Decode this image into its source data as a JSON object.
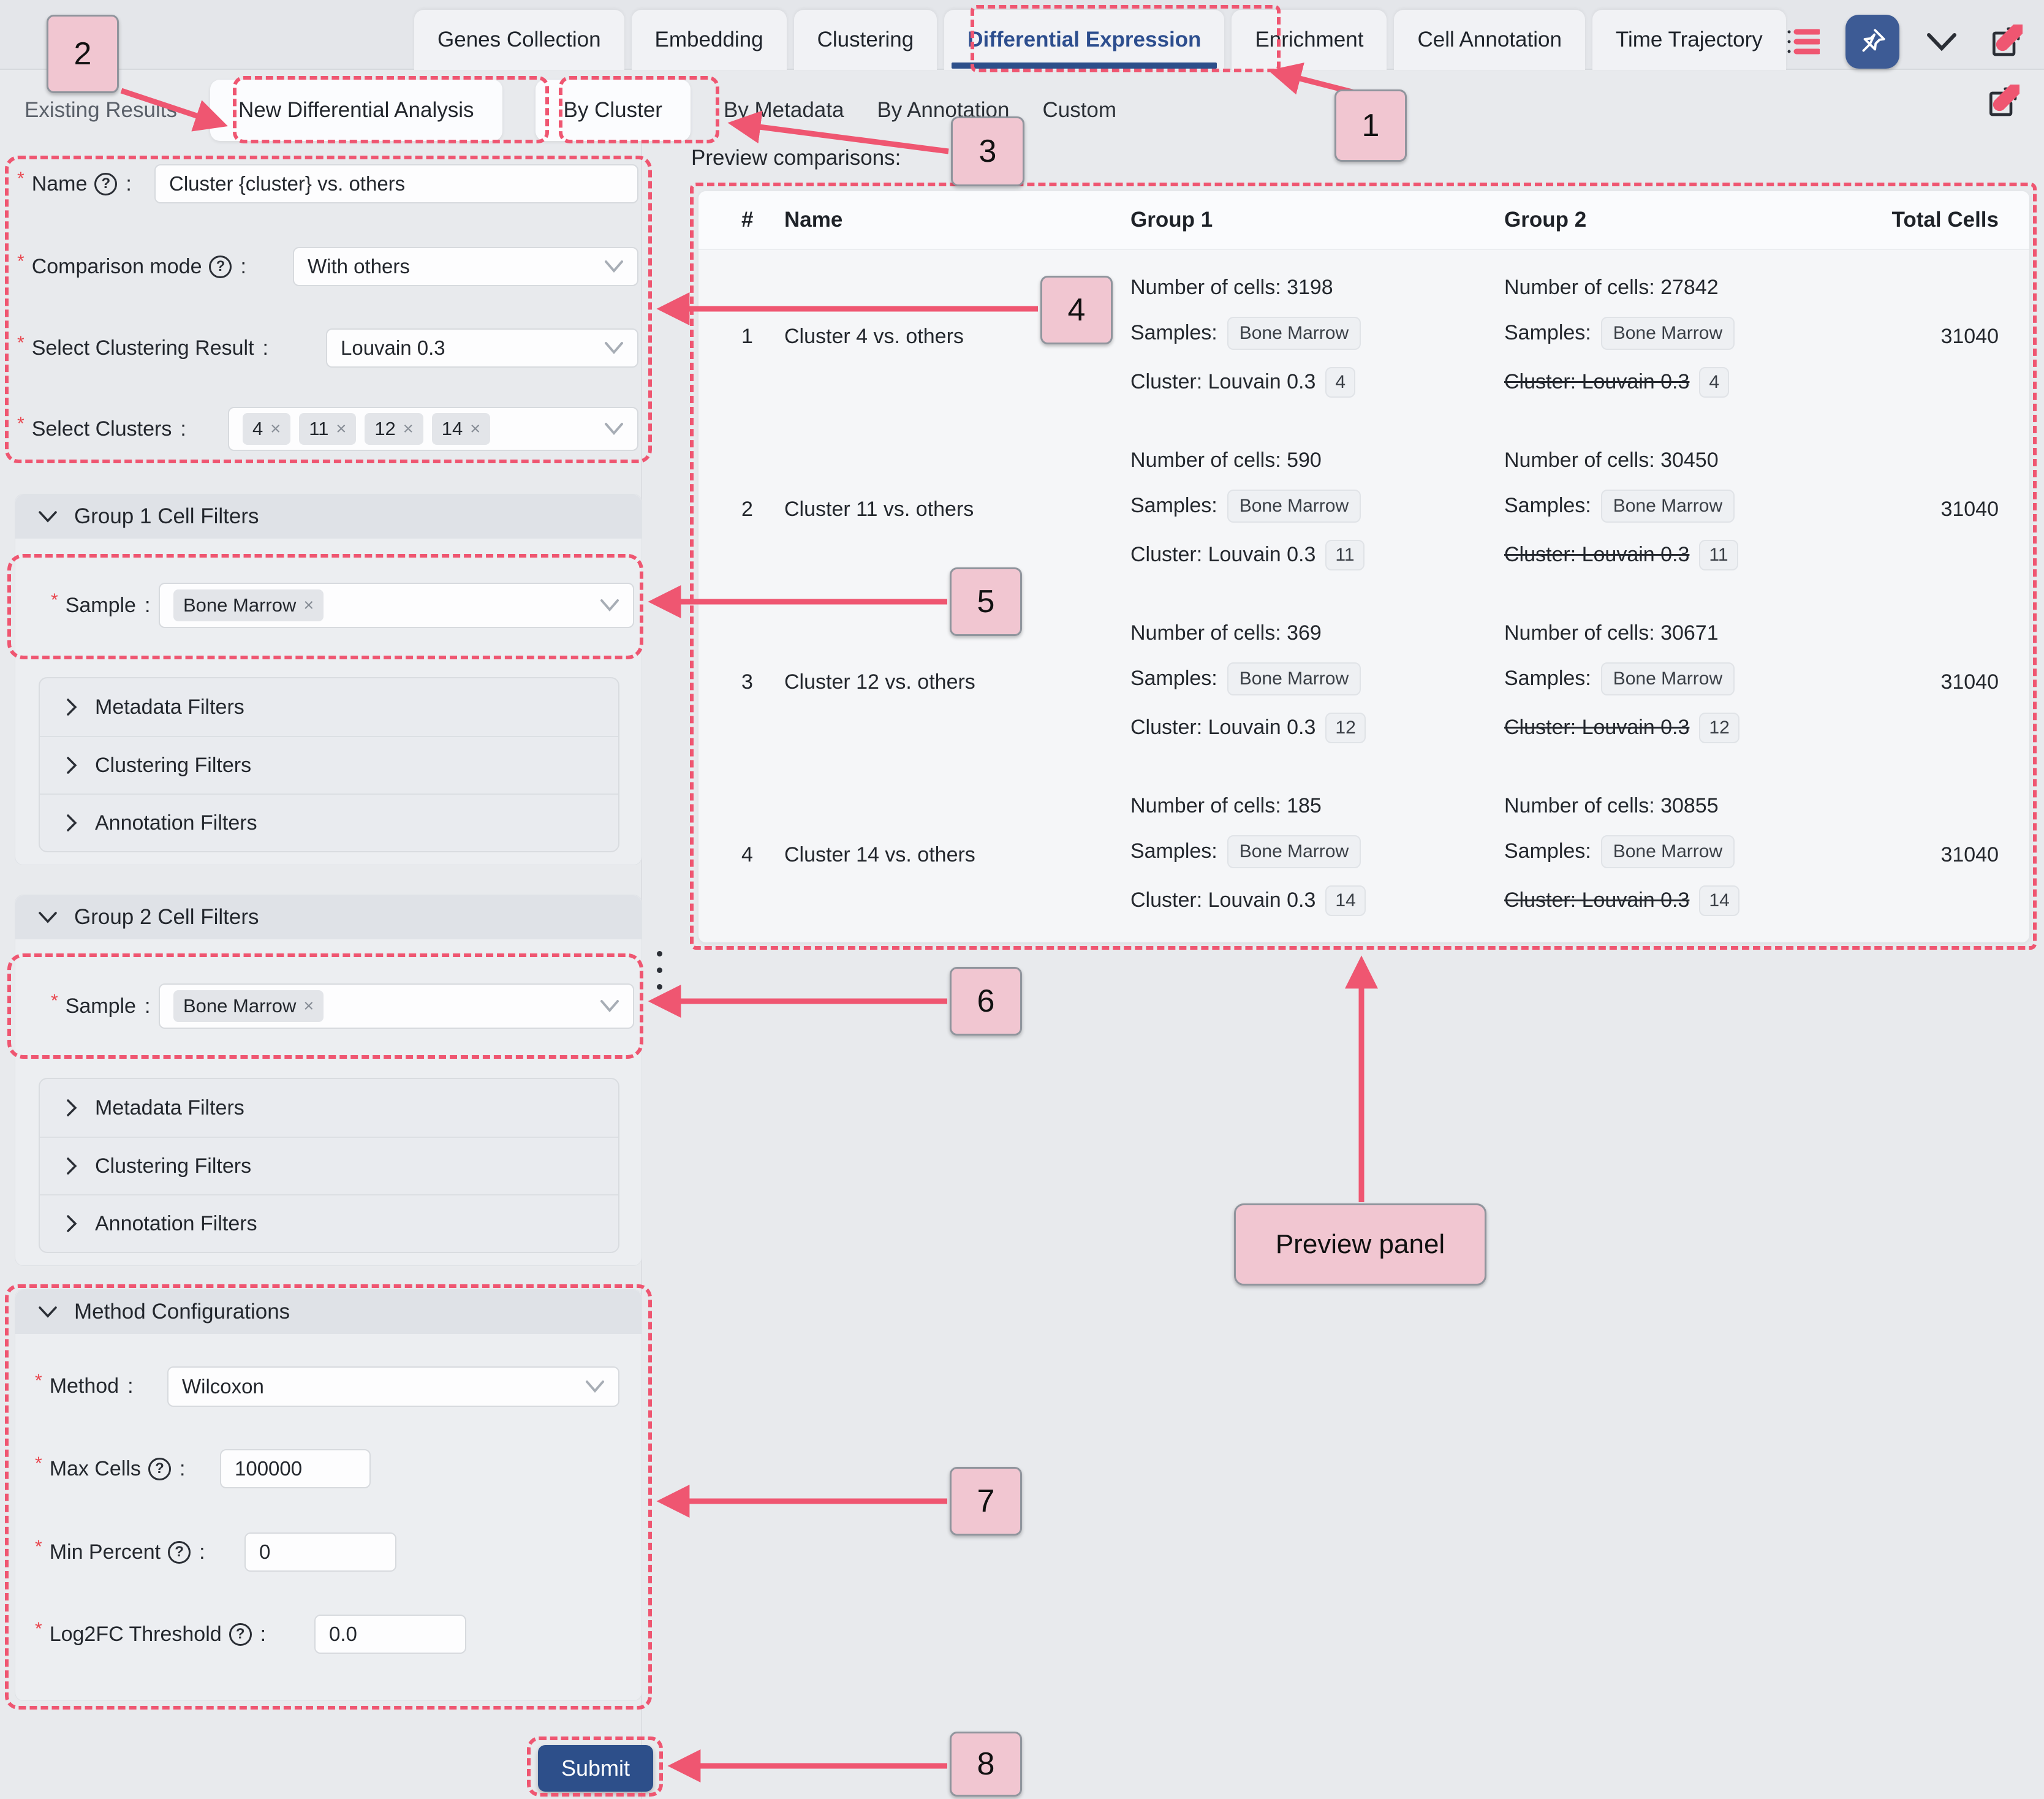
{
  "ui": {
    "colon": ":",
    "remove_x": "×",
    "help_q": "?"
  },
  "toolbar": {
    "tabs": [
      {
        "label": "Genes Collection"
      },
      {
        "label": "Embedding"
      },
      {
        "label": "Clustering"
      },
      {
        "label": "Differential Expression"
      },
      {
        "label": "Enrichment"
      },
      {
        "label": "Cell Annotation"
      },
      {
        "label": "Time Trajectory"
      }
    ],
    "active_tab": "Differential Expression"
  },
  "subnav": {
    "existing": "Existing Results",
    "new_analysis": "New Differential Analysis",
    "by_cluster": "By Cluster",
    "by_metadata": "By Metadata",
    "by_annotation": "By Annotation",
    "custom": "Custom"
  },
  "preview": {
    "title": "Preview comparisons:"
  },
  "form": {
    "name_label": "Name",
    "name_value": "Cluster {cluster} vs. others",
    "comparison_label": "Comparison mode",
    "comparison_value": "With others",
    "clustering_label": "Select Clustering Result",
    "clustering_value": "Louvain 0.3",
    "clusters_label": "Select Clusters",
    "clusters": [
      "4",
      "11",
      "12",
      "14"
    ]
  },
  "group1": {
    "title": "Group 1 Cell Filters",
    "sample_label": "Sample",
    "sample_value": "Bone Marrow",
    "filters": [
      "Metadata Filters",
      "Clustering Filters",
      "Annotation Filters"
    ]
  },
  "group2": {
    "title": "Group 2 Cell Filters",
    "sample_label": "Sample",
    "sample_value": "Bone Marrow",
    "filters": [
      "Metadata Filters",
      "Clustering Filters",
      "Annotation Filters"
    ]
  },
  "method": {
    "title": "Method Configurations",
    "method_label": "Method",
    "method_value": "Wilcoxon",
    "max_cells_label": "Max Cells",
    "max_cells_value": "100000",
    "min_percent_label": "Min Percent",
    "min_percent_value": "0",
    "log2fc_label": "Log2FC Threshold",
    "log2fc_value": "0.0"
  },
  "submit_label": "Submit",
  "table": {
    "columns": [
      "#",
      "Name",
      "Group 1",
      "Group 2",
      "Total Cells"
    ],
    "rows": [
      {
        "num": "1",
        "name": "Cluster 4 vs. others",
        "g1_cells": "Number of cells: 3198",
        "g2_cells": "Number of cells: 27842",
        "samples_label": "Samples:",
        "sample": "Bone Marrow",
        "g1_cluster_label": "Cluster: Louvain 0.3",
        "g2_cluster_label": "Cluster: Louvain 0.3",
        "cluster": "4",
        "total": "31040"
      },
      {
        "num": "2",
        "name": "Cluster 11 vs. others",
        "g1_cells": "Number of cells: 590",
        "g2_cells": "Number of cells: 30450",
        "samples_label": "Samples:",
        "sample": "Bone Marrow",
        "g1_cluster_label": "Cluster: Louvain 0.3",
        "g2_cluster_label": "Cluster: Louvain 0.3",
        "cluster": "11",
        "total": "31040"
      },
      {
        "num": "3",
        "name": "Cluster 12 vs. others",
        "g1_cells": "Number of cells: 369",
        "g2_cells": "Number of cells: 30671",
        "samples_label": "Samples:",
        "sample": "Bone Marrow",
        "g1_cluster_label": "Cluster: Louvain 0.3",
        "g2_cluster_label": "Cluster: Louvain 0.3",
        "cluster": "12",
        "total": "31040"
      },
      {
        "num": "4",
        "name": "Cluster 14 vs. others",
        "g1_cells": "Number of cells: 185",
        "g2_cells": "Number of cells: 30855",
        "samples_label": "Samples:",
        "sample": "Bone Marrow",
        "g1_cluster_label": "Cluster: Louvain 0.3",
        "g2_cluster_label": "Cluster: Louvain 0.3",
        "cluster": "14",
        "total": "31040"
      }
    ]
  },
  "annotations": {
    "badges": [
      "1",
      "2",
      "3",
      "4",
      "5",
      "6",
      "7",
      "8"
    ],
    "preview_panel_label": "Preview panel"
  },
  "colors": {
    "accent_pink": "#ef5671",
    "badge_bg": "#f1c6d1",
    "active_blue": "#2d4f8a",
    "submit_bg": "#2d4f8a"
  }
}
